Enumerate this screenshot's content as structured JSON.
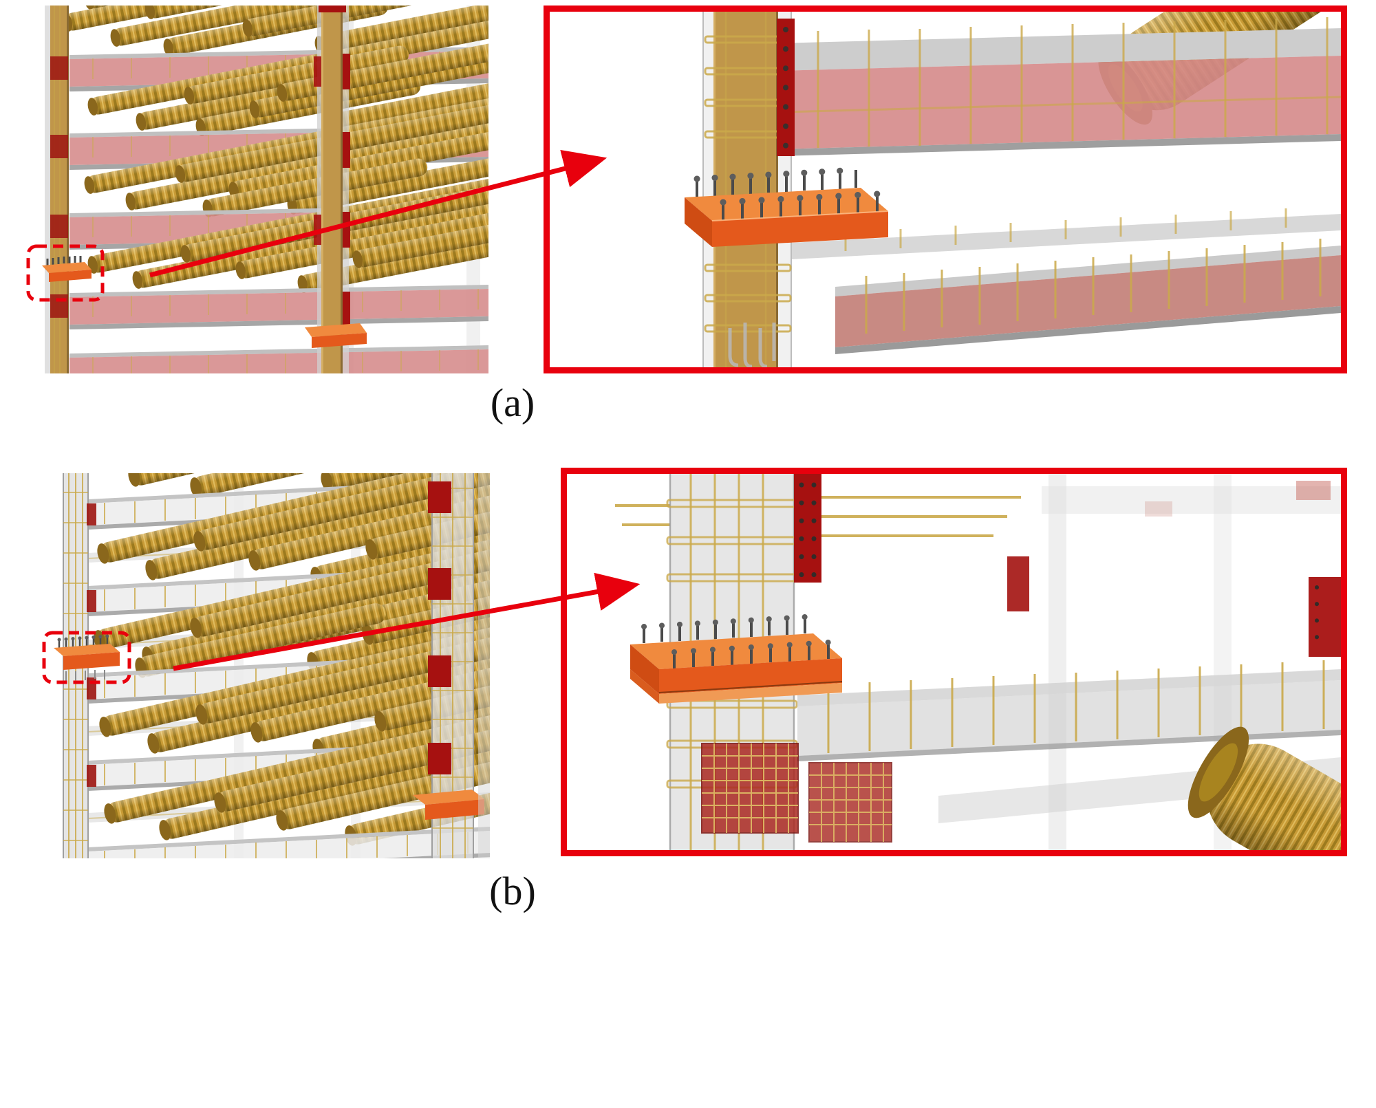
{
  "panels": {
    "a": {
      "label": "(a)"
    },
    "b": {
      "label": "(b)"
    }
  },
  "colors": {
    "highlight-red": "#e8000d",
    "plate-red": "#a61110",
    "connector-orange": "#e4591c",
    "connector-orange-light": "#f08a3e",
    "timber-tan": "#c0964a",
    "log-gold": "#c89b36",
    "rebar-yellow": "#caa94a",
    "slab-pink": "#d58a8a",
    "steel-gray": "#c6c6c6"
  },
  "icons": {
    "callout_arrow_a": "red-arrow-right",
    "callout_arrow_b": "red-arrow-right",
    "highlight_box_a": "red-dashed-rounded-box",
    "highlight_box_b": "red-dashed-rounded-box"
  }
}
